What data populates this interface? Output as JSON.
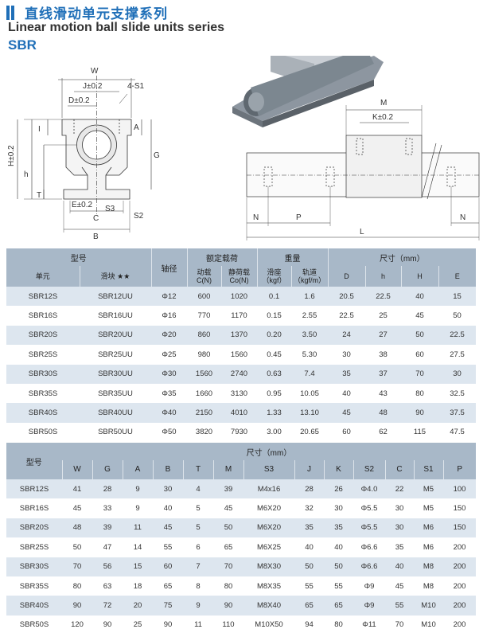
{
  "header": {
    "title_cn": "直线滑动单元支撑系列",
    "title_en": "Linear motion ball slide units series",
    "model": "SBR"
  },
  "drawing_labels": {
    "w": "W",
    "j": "J±0.2",
    "hole": "4-S1",
    "d": "D±0.2",
    "i": "I",
    "a": "A",
    "g": "G",
    "h_tol": "H±0.2",
    "h": "h",
    "t": "T",
    "e": "E±0.2",
    "s3": "S3",
    "s2": "S2",
    "c": "C",
    "b": "B",
    "m": "M",
    "k": "K±0.2",
    "n_left": "N",
    "p": "P",
    "n_right": "N",
    "l": "L"
  },
  "table1": {
    "header_row1": {
      "model": "型号",
      "shaft": "轴径",
      "rated_load": "额定载荷",
      "weight": "重量",
      "dims": "尺寸（mm）"
    },
    "header_row2": {
      "unit": "单元",
      "block": "滑块 ★★",
      "dynamic": "动载",
      "dynamic_unit": "C(N)",
      "static": "静荷载",
      "static_unit": "Co(N)",
      "slide": "滑座",
      "slide_unit": "（kgf）",
      "rail": "轨道",
      "rail_unit": "（kgf/m）",
      "d": "D",
      "h": "h",
      "H": "H",
      "E": "E"
    },
    "rows": [
      [
        "SBR12S",
        "SBR12UU",
        "Φ12",
        "600",
        "1020",
        "0.1",
        "1.6",
        "20.5",
        "22.5",
        "40",
        "15"
      ],
      [
        "SBR16S",
        "SBR16UU",
        "Φ16",
        "770",
        "1170",
        "0.15",
        "2.55",
        "22.5",
        "25",
        "45",
        "50"
      ],
      [
        "SBR20S",
        "SBR20UU",
        "Φ20",
        "860",
        "1370",
        "0.20",
        "3.50",
        "24",
        "27",
        "50",
        "22.5"
      ],
      [
        "SBR25S",
        "SBR25UU",
        "Φ25",
        "980",
        "1560",
        "0.45",
        "5.30",
        "30",
        "38",
        "60",
        "27.5"
      ],
      [
        "SBR30S",
        "SBR30UU",
        "Φ30",
        "1560",
        "2740",
        "0.63",
        "7.4",
        "35",
        "37",
        "70",
        "30"
      ],
      [
        "SBR35S",
        "SBR35UU",
        "Φ35",
        "1660",
        "3130",
        "0.95",
        "10.05",
        "40",
        "43",
        "80",
        "32.5"
      ],
      [
        "SBR40S",
        "SBR40UU",
        "Φ40",
        "2150",
        "4010",
        "1.33",
        "13.10",
        "45",
        "48",
        "90",
        "37.5"
      ],
      [
        "SBR50S",
        "SBR50UU",
        "Φ50",
        "3820",
        "7930",
        "3.00",
        "20.65",
        "60",
        "62",
        "115",
        "47.5"
      ]
    ]
  },
  "table2": {
    "header_row1": {
      "model": "型号",
      "dims": "尺寸（mm）"
    },
    "columns": [
      "W",
      "G",
      "A",
      "B",
      "T",
      "M",
      "S3",
      "J",
      "K",
      "S2",
      "C",
      "S1",
      "P"
    ],
    "rows": [
      [
        "SBR12S",
        "41",
        "28",
        "9",
        "30",
        "4",
        "39",
        "M4x16",
        "28",
        "26",
        "Φ4.0",
        "22",
        "M5",
        "100"
      ],
      [
        "SBR16S",
        "45",
        "33",
        "9",
        "40",
        "5",
        "45",
        "M6X20",
        "32",
        "30",
        "Φ5.5",
        "30",
        "M5",
        "150"
      ],
      [
        "SBR20S",
        "48",
        "39",
        "11",
        "45",
        "5",
        "50",
        "M6X20",
        "35",
        "35",
        "Φ5.5",
        "30",
        "M6",
        "150"
      ],
      [
        "SBR25S",
        "50",
        "47",
        "14",
        "55",
        "6",
        "65",
        "M6X25",
        "40",
        "40",
        "Φ6.6",
        "35",
        "M6",
        "200"
      ],
      [
        "SBR30S",
        "70",
        "56",
        "15",
        "60",
        "7",
        "70",
        "M8X30",
        "50",
        "50",
        "Φ6.6",
        "40",
        "M8",
        "200"
      ],
      [
        "SBR35S",
        "80",
        "63",
        "18",
        "65",
        "8",
        "80",
        "M8X35",
        "55",
        "55",
        "Φ9",
        "45",
        "M8",
        "200"
      ],
      [
        "SBR40S",
        "90",
        "72",
        "20",
        "75",
        "9",
        "90",
        "M8X40",
        "65",
        "65",
        "Φ9",
        "55",
        "M10",
        "200"
      ],
      [
        "SBR50S",
        "120",
        "90",
        "25",
        "90",
        "11",
        "110",
        "M10X50",
        "94",
        "80",
        "Φ11",
        "70",
        "M10",
        "200"
      ]
    ]
  }
}
